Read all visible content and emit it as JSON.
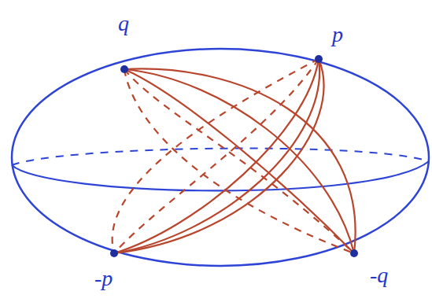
{
  "diagram": {
    "labels": [
      "q",
      "p",
      "-p",
      "-q"
    ]
  }
}
